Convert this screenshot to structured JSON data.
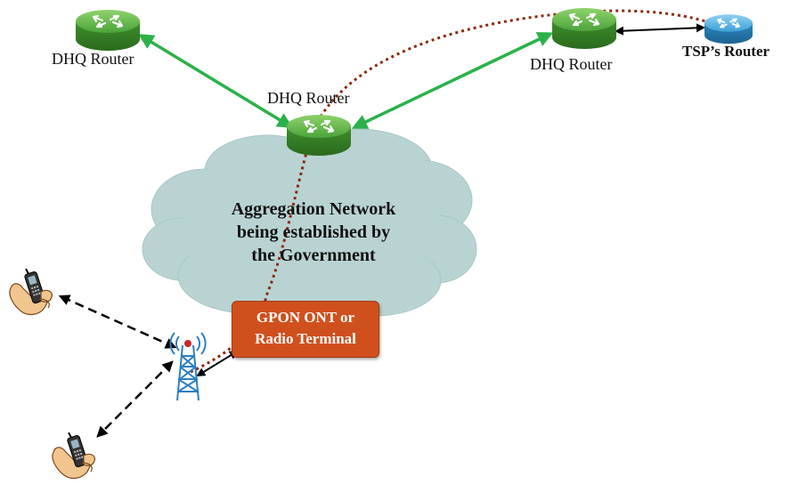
{
  "routers": {
    "left_top": "DHQ Router",
    "center": "DHQ Router",
    "right_top": "DHQ Router",
    "tsp": "TSP’s Router"
  },
  "cloud": {
    "line1": "Aggregation Network",
    "line2": "being established by",
    "line3": "the Government"
  },
  "ont": {
    "line1": "GPON ONT or",
    "line2": "Radio Terminal"
  },
  "colors": {
    "router_green": "#3ea53a",
    "router_blue": "#2e9fd6",
    "link_green": "#2cb14a",
    "cloud_fill": "#b9d3d3",
    "ont_fill": "#d0501d",
    "dotted_path": "#8b2a10"
  },
  "icons": [
    "router-icon",
    "tower-icon",
    "mobile-phone-hand-icon"
  ]
}
